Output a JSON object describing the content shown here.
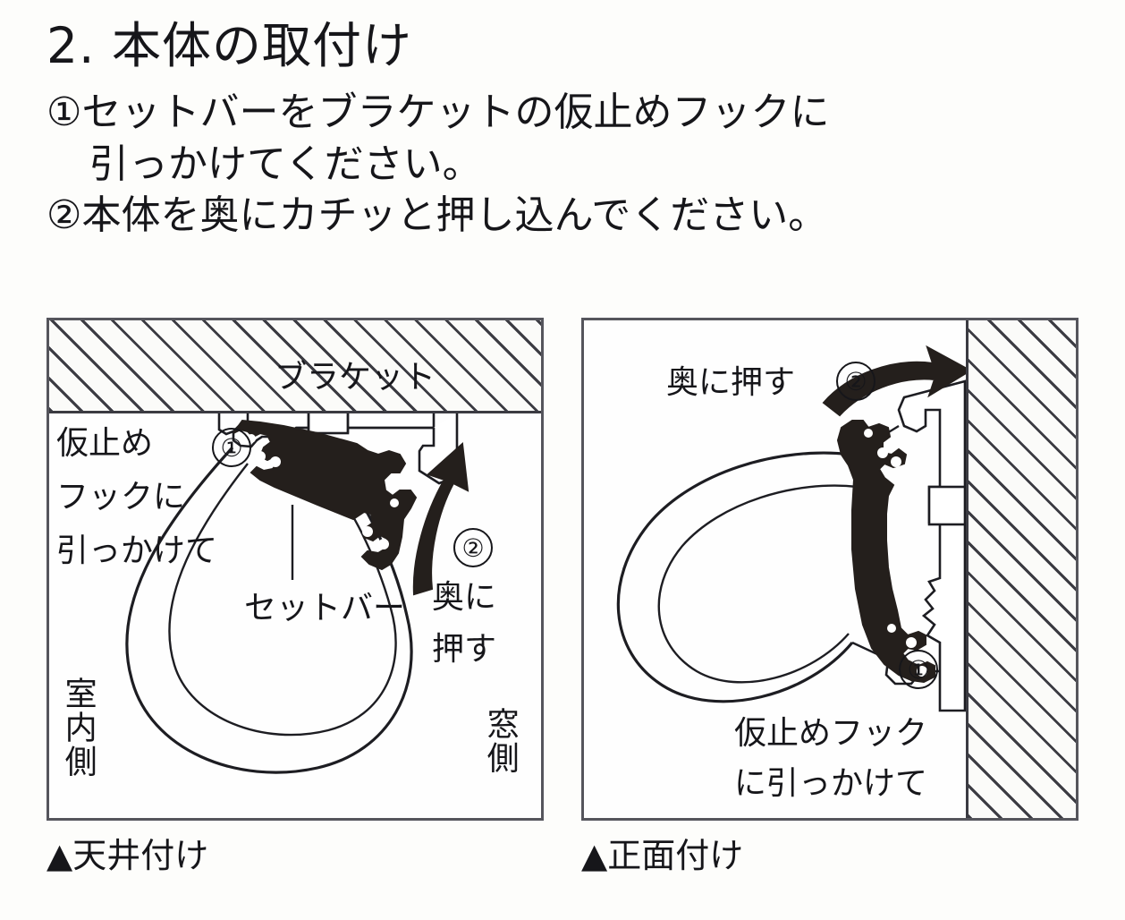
{
  "heading": {
    "title": "2. 本体の取付け",
    "steps": [
      {
        "marker": "①",
        "text": "①セットバーをブラケットの仮止めフックに",
        "indent": false
      },
      {
        "marker": "",
        "text": "引っかけてください。",
        "indent": true
      },
      {
        "marker": "②",
        "text": "②本体を奥にカチッと押し込んでください。",
        "indent": false
      }
    ]
  },
  "figures": {
    "ceiling": {
      "caption": "▲天井付け",
      "labels": {
        "bracket": "ブラケット",
        "hook_line1": "仮止め",
        "hook_line2": "フックに",
        "hook_line3": "引っかけて",
        "setbar": "セットバー",
        "push_line1": "奥に",
        "push_line2": "押す",
        "indoor_side": "室内側",
        "window_side": "窓側",
        "step1": "①",
        "step2": "②"
      }
    },
    "face": {
      "caption": "▲正面付け",
      "labels": {
        "push": "奥に押す",
        "step2": "②",
        "step1": "①",
        "hook_line1": "仮止めフック",
        "hook_line2": "に引っかけて"
      }
    }
  },
  "colors": {
    "ink": "#1d1d22",
    "hatch": "#3b3b42",
    "panel_border": "#55555c",
    "bar_dark": "#241f1c",
    "page_background": "#fdfdfb"
  }
}
